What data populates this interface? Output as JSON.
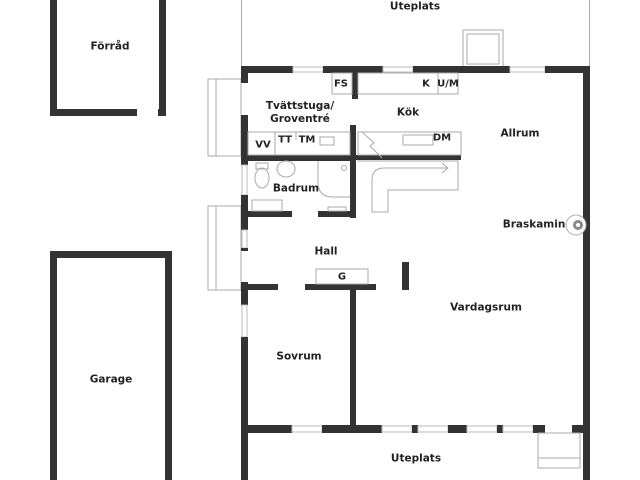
{
  "rooms": {
    "uteplats_top": "Uteplats",
    "forrad": "Förråd",
    "garage": "Garage",
    "tvattstuga": "Tvättstuga/ Groventré",
    "kok": "Kök",
    "allrum": "Allrum",
    "badrum": "Badrum",
    "hall": "Hall",
    "braskamin": "Braskamin",
    "vardagsrum": "Vardagsrum",
    "sovrum": "Sovrum",
    "uteplats_bottom": "Uteplats"
  },
  "fixtures": {
    "fs": "FS",
    "k": "K",
    "um": "U/M",
    "vv": "VV",
    "tt": "TT",
    "tm": "TM",
    "dm": "DM",
    "g": "G"
  },
  "colors": {
    "wall": "#333333",
    "background": "#ffffff"
  }
}
